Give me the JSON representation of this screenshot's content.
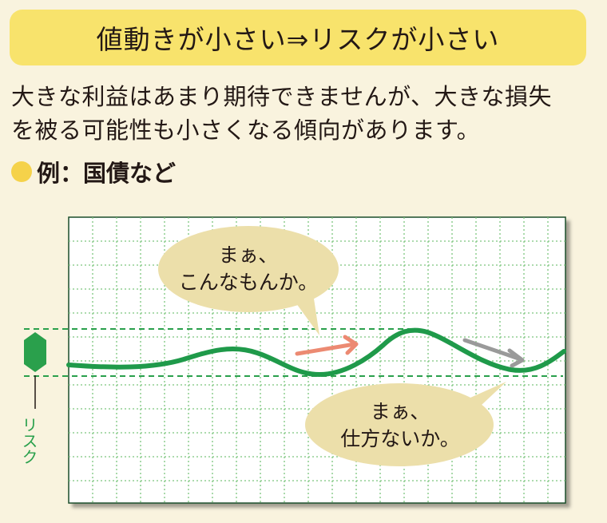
{
  "header": {
    "title": "値動きが小さい⇒リスクが小さい"
  },
  "description": {
    "line1": "大きな利益はあまり期待できませんが、大きな損失",
    "line2": "を被る可能性も小さくなる傾向があります。"
  },
  "example": {
    "label": "例：国債など"
  },
  "diagram": {
    "risk_label": "リスク",
    "bubble_top": {
      "line1": "まぁ、",
      "line2": "こんなもんか。"
    },
    "bubble_bottom": {
      "line1": "まぁ、",
      "line2": "仕方ないか。"
    },
    "colors": {
      "line": "#1f9a4a",
      "grid": "#7cc57e",
      "up_arrow": "#ec8a72",
      "down_arrow": "#9a9a9a",
      "bubble": "#ecdfaa",
      "risk_marker": "#2aa04c"
    }
  }
}
